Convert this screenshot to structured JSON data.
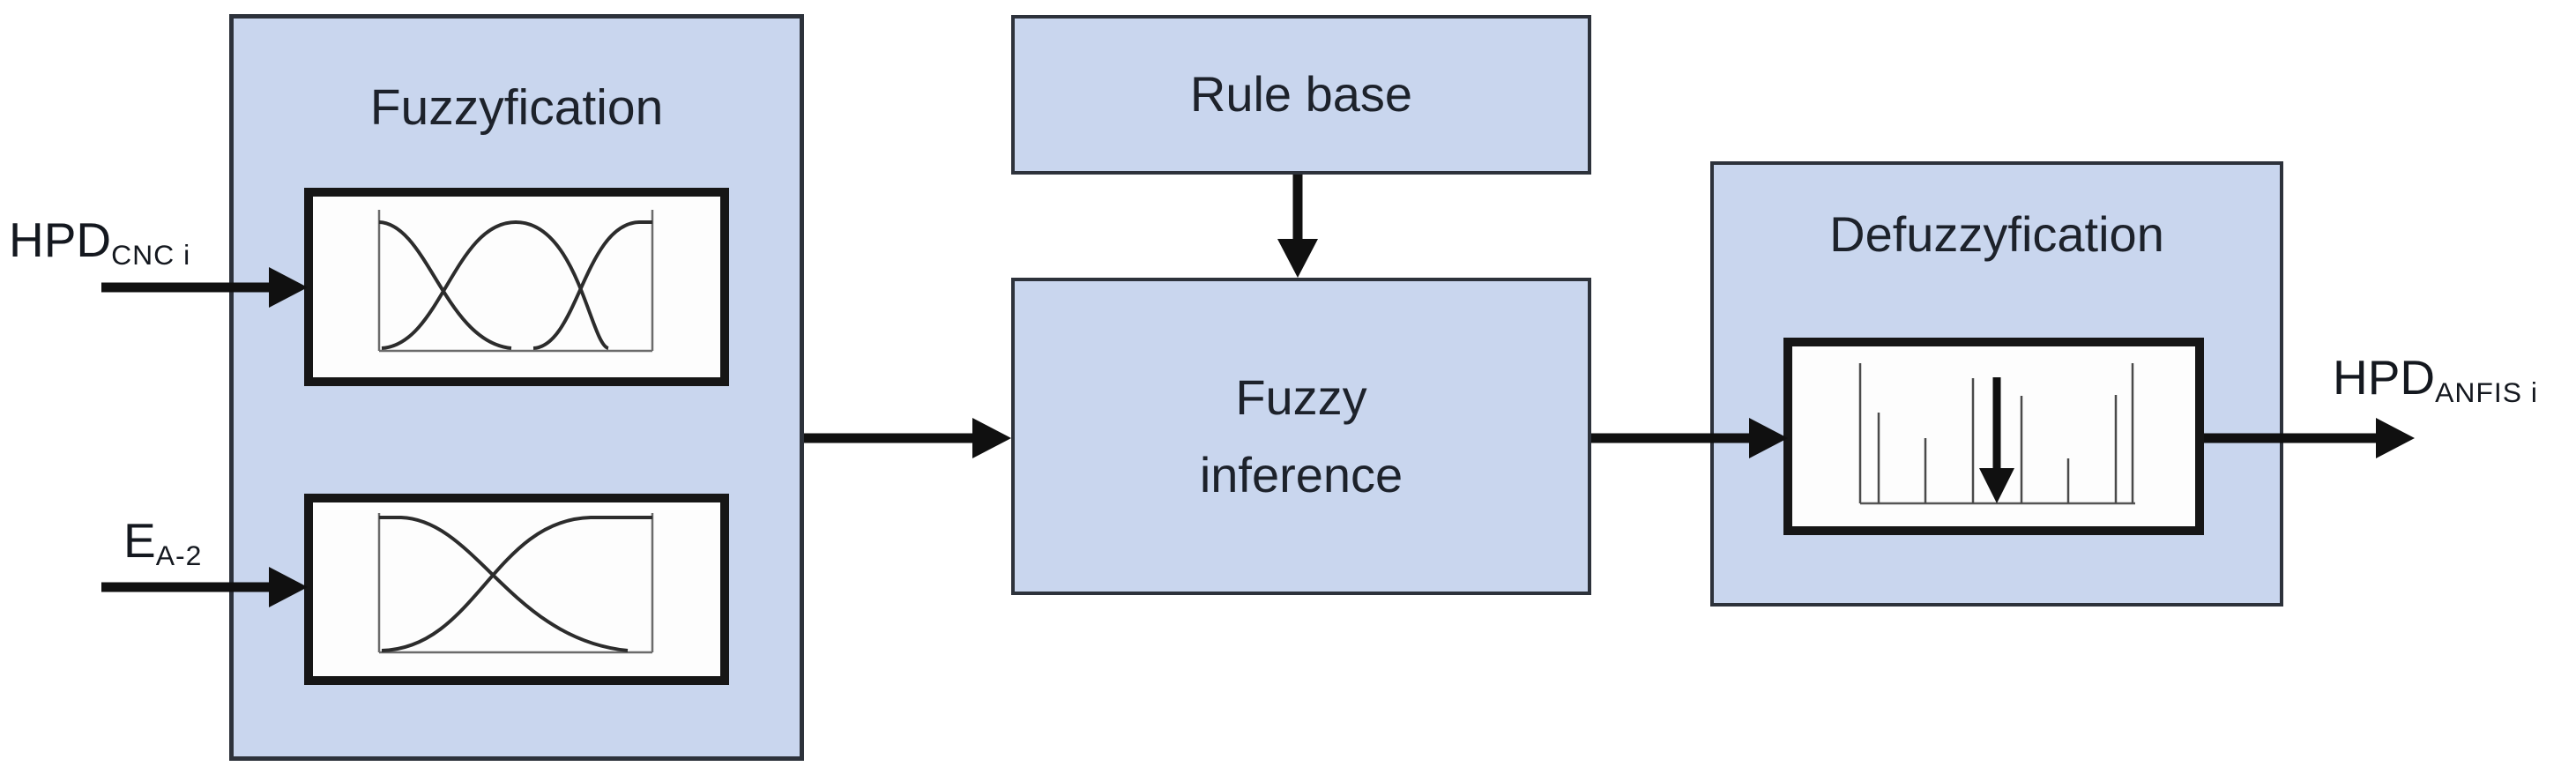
{
  "diagram": {
    "description": "ANFIS fuzzy logic system block diagram",
    "colors": {
      "block_fill": "#c9d6ee",
      "block_border": "#2d323b",
      "plot_border": "#161616",
      "arrow": "#101010",
      "text": "#1d222b",
      "background": "#ffffff"
    },
    "blocks": {
      "fuzzification": {
        "title": "Fuzzyfication"
      },
      "rule_base": {
        "title": "Rule base"
      },
      "fuzzy_inference": {
        "title_line1": "Fuzzy",
        "title_line2": "inference"
      },
      "defuzzification": {
        "title": "Defuzzyfication"
      }
    },
    "inputs": [
      {
        "base": "HPD",
        "subscript": "CNC i"
      },
      {
        "base": "E",
        "subscript": "A-2"
      }
    ],
    "output": {
      "base": "HPD",
      "subscript": "ANFIS i"
    }
  }
}
